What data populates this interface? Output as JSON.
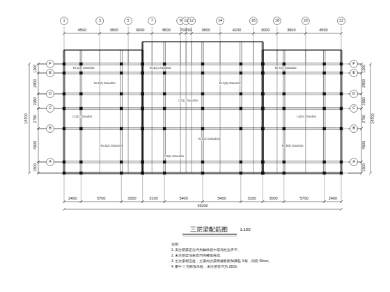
{
  "diagram": {
    "title": "三层梁配筋图",
    "labels": [
      "4500",
      "3600",
      "3000",
      "3600",
      "700",
      "700",
      "3600",
      "4200",
      "3000",
      "3600",
      "4500",
      "1",
      "3",
      "5",
      "7",
      "9",
      "11",
      "12",
      "14",
      "16",
      "18",
      "20",
      "22",
      "2400",
      "5700",
      "3000",
      "3100",
      "5400",
      "5400",
      "3100",
      "3000",
      "5700",
      "2400",
      "39200",
      "1200",
      "2800",
      "1950",
      "2750",
      "4500",
      "1500",
      "14700",
      "1200",
      "2800",
      "1950",
      "2750",
      "4500",
      "1500",
      "14700",
      "F",
      "E",
      "D",
      "C",
      "B",
      "A",
      "F",
      "E",
      "D",
      "C",
      "B",
      "A",
      "1:100",
      "说明：",
      "1. 未注明梁定位均为轴线居中或与柱边齐平。",
      "2. 未注明梁顶标高均同楼面标高。",
      "3. 主次梁相交处，主梁内次梁两侧各附加箍筋 3 根，间距 50mm。",
      "4. 图中 ▽ 为附加吊筋，未注明者均为 2Φ16。",
      "KL1(3) 200x500",
      "KL2(2) 200x450",
      "L1(1) 200x400",
      "KL3(2) 200x500",
      "KL4(1) 200x400",
      "L2(1) 200x350",
      "KL5(3) 200x500",
      "KL6(2) 200x450",
      "L3(1) 200x400",
      "KL7(1) 200x400",
      "L4(2) 200x350",
      "KL8(3) 200x500"
    ]
  }
}
